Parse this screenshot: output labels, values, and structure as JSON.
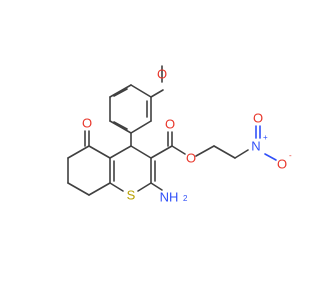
{
  "molecule": {
    "atoms": {
      "O_methoxy": "O",
      "O_ketone": "O",
      "O_ester_carbonyl": "O",
      "O_ester": "O",
      "N_nitro": "N",
      "N_nitro_charge": "+",
      "O_nitro_top": "O",
      "O_nitro_right": "O",
      "O_nitro_right_charge": "-",
      "S_ring": "S",
      "N_amino": "NH",
      "N_amino_subscript": "2"
    },
    "colors": {
      "carbon_bond": "#404040",
      "oxygen": "#e8362a",
      "nitrogen": "#3050f8",
      "sulfur": "#b8a000"
    }
  }
}
